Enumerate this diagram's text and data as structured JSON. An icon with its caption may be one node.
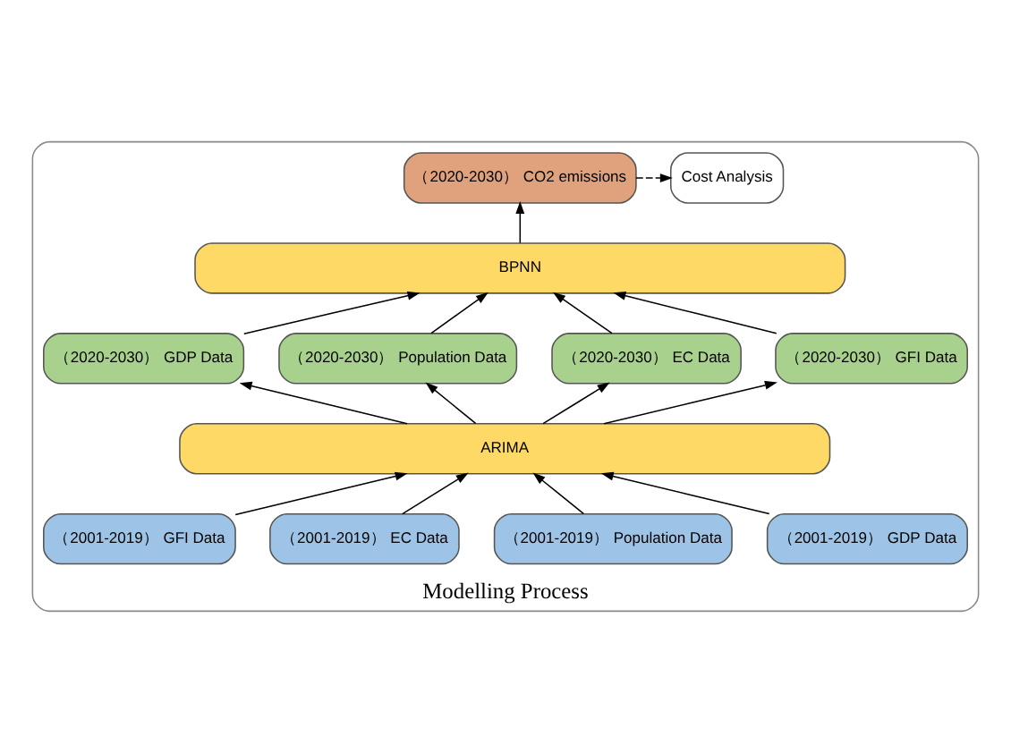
{
  "diagram": {
    "nodes": [
      {
        "text": [
          "Modelling Process"
        ]
      },
      {
        "text": [
          "（2020-2030） CO2 emissions"
        ],
        "in": 0
      },
      {
        "text": [
          "Cost Analysis"
        ],
        "in": 0
      },
      {
        "text": [
          "BPNN"
        ],
        "in": 0
      },
      {
        "text": [
          "（2020-2030） GDP Data"
        ],
        "in": 0
      },
      {
        "text": [
          "（2020-2030） Population Data"
        ],
        "in": 0
      },
      {
        "text": [
          "（2020-2030） EC Data"
        ],
        "in": 0
      },
      {
        "text": [
          "（2020-2030） GFI Data"
        ],
        "in": 0
      },
      {
        "text": [
          "ARIMA"
        ],
        "in": 0
      },
      {
        "text": [
          "（2001-2019） GDP Data"
        ],
        "in": 0
      },
      {
        "text": [
          "（2001-2019） Population Data"
        ],
        "in": 0
      },
      {
        "text": [
          "（2001-2019） EC Data"
        ],
        "in": 0
      },
      {
        "text": [
          "（2001-2019） GFI Data"
        ],
        "in": 0
      }
    ],
    "edges": [
      {
        "from": 1,
        "to": 2,
        "arrow": "to",
        "style": "dashed"
      },
      {
        "from": 3,
        "to": 1,
        "arrow": "to"
      },
      {
        "from": 4,
        "to": 3,
        "arrow": "to"
      },
      {
        "from": 5,
        "to": 3,
        "arrow": "to"
      },
      {
        "from": 6,
        "to": 3,
        "arrow": "to"
      },
      {
        "from": 7,
        "to": 3,
        "arrow": "to"
      },
      {
        "from": 8,
        "to": 4,
        "arrow": "to"
      },
      {
        "from": 8,
        "to": 5,
        "arrow": "to"
      },
      {
        "from": 8,
        "to": 6,
        "arrow": "to"
      },
      {
        "from": 8,
        "to": 7,
        "arrow": "to"
      },
      {
        "from": 9,
        "to": 8,
        "arrow": "to"
      },
      {
        "from": 10,
        "to": 8,
        "arrow": "to"
      },
      {
        "from": 11,
        "to": 8,
        "arrow": "to"
      },
      {
        "from": 12,
        "to": 8,
        "arrow": "to"
      }
    ]
  }
}
